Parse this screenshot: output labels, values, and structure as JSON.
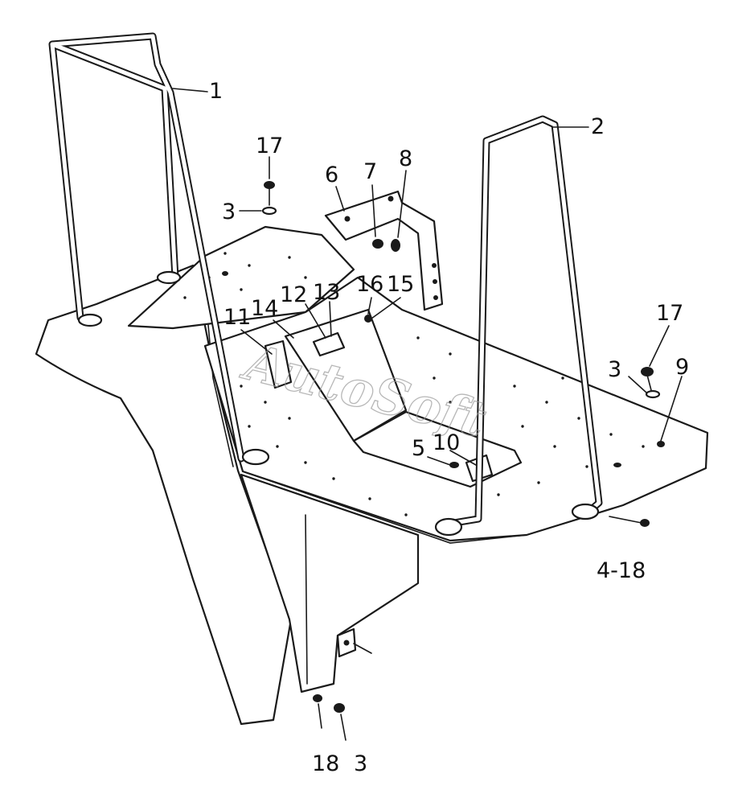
{
  "watermark": "AutoSoft",
  "callouts": [
    "1",
    "2",
    "17",
    "3",
    "6",
    "7",
    "8",
    "16",
    "15",
    "12",
    "13",
    "11",
    "14",
    "17",
    "3",
    "9",
    "5",
    "10",
    "4-18",
    "18",
    "3"
  ]
}
